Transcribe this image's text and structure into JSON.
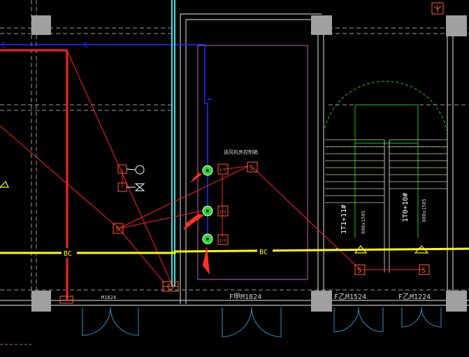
{
  "labels": {
    "door_m1824_left": "M1824",
    "door_fm1824": "F甲M1824",
    "door_fm1524": "F乙M1524",
    "door_fm1224": "F乙M1224",
    "pipe_bc_left": "BC",
    "pipe_bc_right": "BC",
    "pipe_c_1": "C",
    "pipe_c_2": "C",
    "room_small_text": "送风机房控制箱",
    "stair_left": "1T1+11#",
    "stair_left_sub": "800x1505",
    "stair_right": "1T0+10#",
    "stair_right_sub": "800x1505",
    "device_s": "S",
    "device_io": "I/O",
    "f_label": "F"
  },
  "colors": {
    "background": "#000000",
    "wall": "#bdbdbd",
    "red_line": "#ff2020",
    "yellow_line": "#ffff00",
    "blue_line": "#2030ff",
    "cyan_line": "#40e0e0",
    "green_device": "#20e020",
    "orange_device": "#ff6030",
    "magenta_room": "#c060c0",
    "door_swing": "#3090c0",
    "arrow": "#ff3020"
  }
}
